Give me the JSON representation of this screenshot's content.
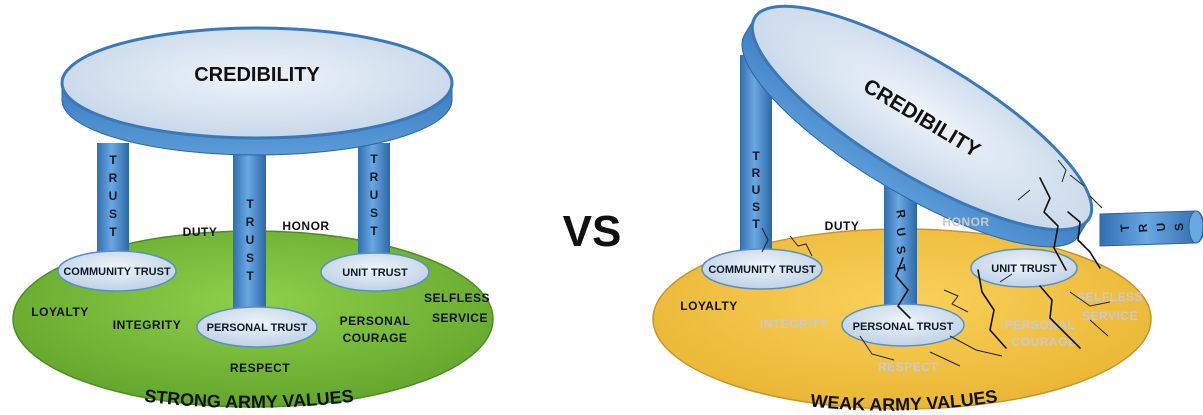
{
  "vs_label": "VS",
  "strong": {
    "cap_label": "CREDIBILITY",
    "pillar_letters": [
      "T",
      "R",
      "U",
      "S",
      "T"
    ],
    "bases": [
      "COMMUNITY TRUST",
      "PERSONAL TRUST",
      "UNIT TRUST"
    ],
    "values": {
      "duty": "DUTY",
      "honor": "HONOR",
      "loyalty": "LOYALTY",
      "integrity": "INTEGRITY",
      "selfless_1": "SELFLESS",
      "selfless_2": "SERVICE",
      "courage_1": "PERSONAL",
      "courage_2": "COURAGE",
      "respect": "RESPECT"
    },
    "title": "STRONG ARMY VALUES",
    "colors": {
      "ground": "#7cc13a",
      "pillar": "#4b8fd0",
      "cap_face": "#d9e6f2"
    }
  },
  "weak": {
    "cap_label": "CREDIBILITY",
    "pillar_letters": [
      "T",
      "R",
      "U",
      "S",
      "T"
    ],
    "bases": [
      "COMMUNITY TRUST",
      "PERSONAL TRUST",
      "UNIT TRUST"
    ],
    "values": {
      "duty": "DUTY",
      "honor": "HONOR",
      "loyalty": "LOYALTY",
      "integrity": "INTEGRITY",
      "selfless_1": "SELFLESS",
      "selfless_2": "SERVICE",
      "courage_1": "PERSONAL",
      "courage_2": "COURAGE",
      "respect": "RESPECT"
    },
    "title": "WEAK ARMY VALUES",
    "colors": {
      "ground": "#f5c242",
      "pillar": "#4b8fd0",
      "cap_face": "#d9e6f2"
    }
  }
}
